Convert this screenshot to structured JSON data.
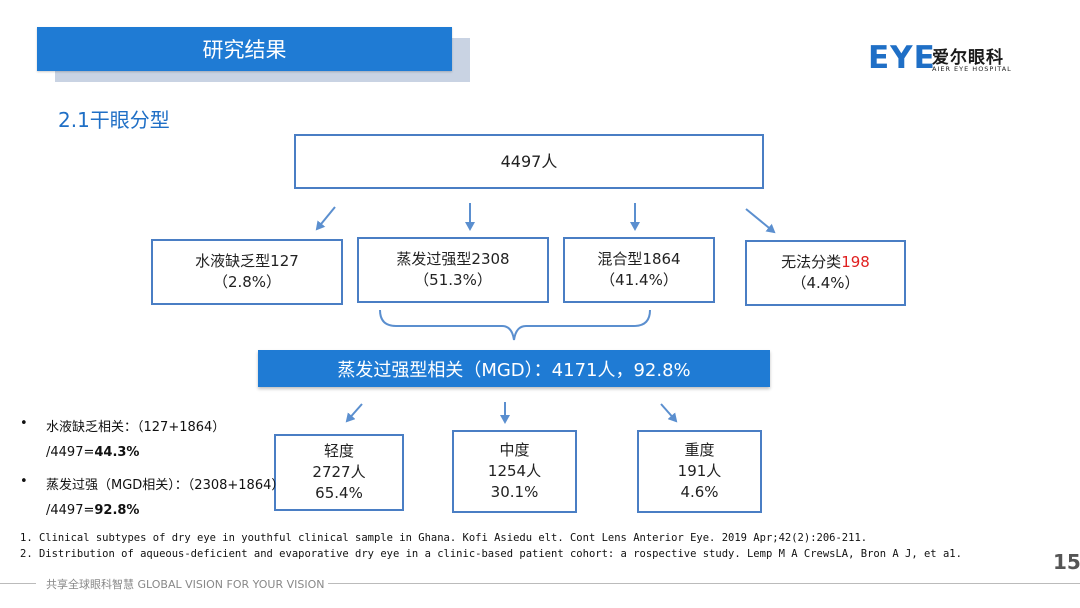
{
  "header": {
    "title": "研究结果"
  },
  "logo": {
    "mark": "EYE",
    "name_cn": "爱尔眼科",
    "name_en": "AIER EYE HOSPITAL"
  },
  "section": {
    "subtitle": "2.1干眼分型"
  },
  "diagram": {
    "total": "4497人",
    "types": [
      {
        "label": "水液缺乏型127",
        "pct": "（2.8%）"
      },
      {
        "label": "蒸发过强型2308",
        "pct": "（51.3%）"
      },
      {
        "label": "混合型1864",
        "pct": "（41.4%）"
      },
      {
        "label": "无法分类",
        "count": "198",
        "pct": "（4.4%）"
      }
    ],
    "mgd_summary": "蒸发过强型相关（MGD）：4171人，92.8%",
    "severity": [
      {
        "label": "轻度",
        "count": "2727人",
        "pct": "65.4%"
      },
      {
        "label": "中度",
        "count": "1254人",
        "pct": "30.1%"
      },
      {
        "label": "重度",
        "count": "191人",
        "pct": "4.6%"
      }
    ]
  },
  "notes": [
    {
      "line1": "水液缺乏相关：（127+1864）",
      "line2_prefix": "/4497=",
      "line2_value": "44.3%"
    },
    {
      "line1": "蒸发过强（MGD相关）：（2308+1864）",
      "line2_prefix": "/4497=",
      "line2_value": "92.8%"
    }
  ],
  "references": [
    "1. Clinical subtypes of dry eye in youthful clinical sample in Ghana. Kofi Asiedu elt.  Cont Lens Anterior Eye. 2019 Apr;42(2):206-211.",
    "2. Distribution of aqueous-deficient and evaporative dry eye in a clinic-based patient cohort: a rospective study. Lemp M A CrewsLA, Bron A J, et a1."
  ],
  "page_number": "15",
  "footer": "共享全球眼科智慧 GLOBAL VISION FOR YOUR VISION",
  "colors": {
    "accent": "#1f7bd4",
    "box_border": "#4a7ec4",
    "highlight": "#e02020"
  }
}
